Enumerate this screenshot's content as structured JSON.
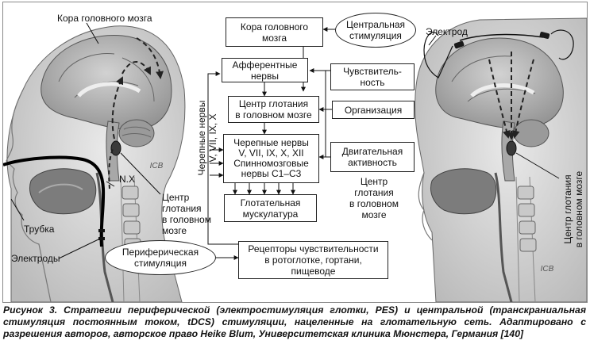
{
  "figure": {
    "left_head": {
      "cortex_label": "Кора головного мозга",
      "nerve_label": "N.X",
      "center_label": "Центр\nглотания\nв головном\nмозге",
      "tube_label": "Трубка",
      "electrodes_label": "Электроды",
      "stimulation_label": "Периферическая\nстимуляция",
      "signature": "ICB"
    },
    "flowchart": {
      "cortex": "Кора головного\nмозга",
      "afferent": "Афферентные\nнервы",
      "center": "Центр глотания\nв головном мозге",
      "cranial": "Черепные нервы\nV, VII, IX, X, XII\nСпинномозговые\nнервы С1–С3",
      "muscles": "Глотательная\nмускулатура",
      "receptors": "Рецепторы чувствительности\nв ротоглотке, гортани,\nпищеводе",
      "central_stimulation": "Центральная\nстимуляция",
      "side_cranial": "Черепные нервы\nV, VII, IX, X",
      "sensitivity": "Чувствитель-\nность",
      "organization": "Организация",
      "motor": "Двигательная\nактивность",
      "center_note": "Центр\nглотания\nв головном\nмозге"
    },
    "right_head": {
      "electrode_label": "Электрод",
      "center_label": "Центр глотания\nв головном мозге",
      "signature": "ICB"
    }
  },
  "caption": "Рисунок 3. Стратегии периферической (электростимуляция глотки, PES) и центральной (транскраниальная стимуляция постоянным током, tDCS) стимуляции, нацеленные на глотательную сеть. Адаптировано с разрешения авторов, авторское право Heike Blum, Университетская клиника Мюнстера, Германия [140]"
}
